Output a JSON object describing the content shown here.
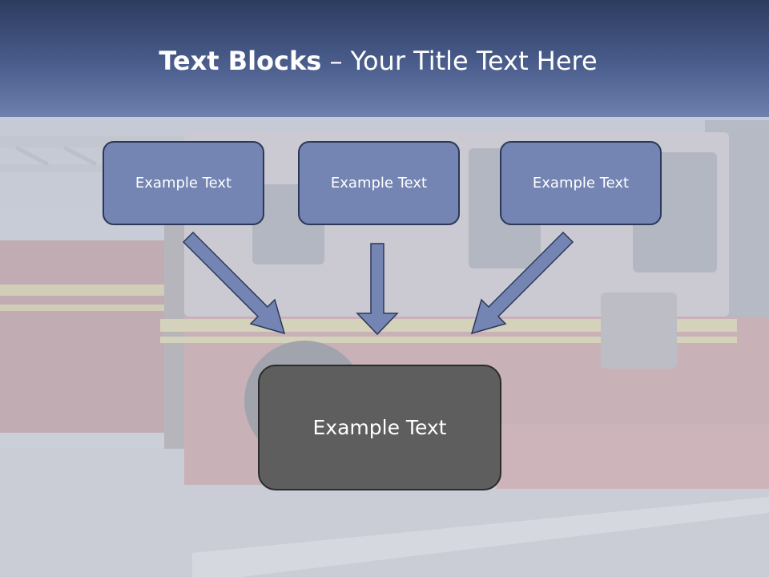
{
  "slide": {
    "title_bold": "Text Blocks",
    "title_separator": " – ",
    "title_rest": "Your Title Text Here",
    "blocks": [
      {
        "text": "Example Text"
      },
      {
        "text": "Example Text"
      },
      {
        "text": "Example Text"
      }
    ],
    "target_block": {
      "text": "Example Text"
    }
  },
  "colors": {
    "header_dark": "#2d3b5f",
    "header_light": "#6e80ad",
    "block_fill": "#7485b3",
    "block_border": "#2b3858",
    "target_fill": "#5e5e5e",
    "arrow_fill": "#7485b3"
  }
}
